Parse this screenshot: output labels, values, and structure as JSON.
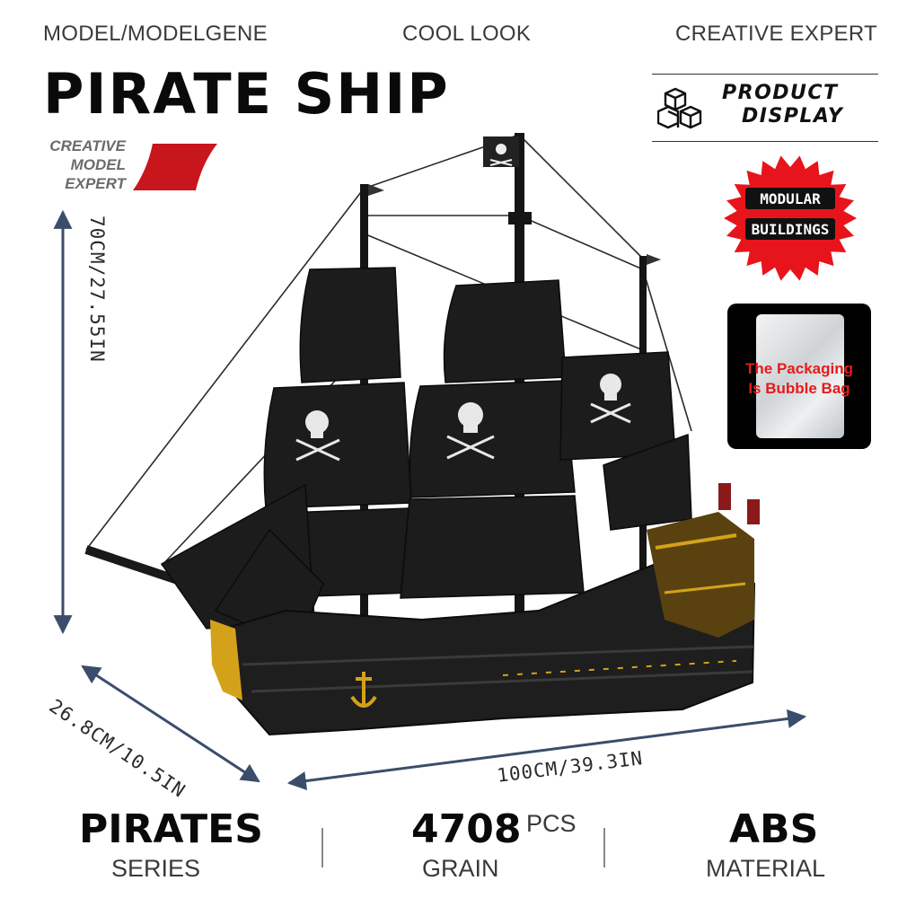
{
  "header": {
    "left": "MODEL/MODELGENE",
    "center": "COOL LOOK",
    "right": "CREATIVE EXPERT"
  },
  "title": "PIRATE SHIP",
  "creative_badge": {
    "line1": "CREATIVE",
    "line2": "MODEL",
    "line3": "EXPERT"
  },
  "product_display": {
    "line1": "PRODUCT",
    "line2": "DISPLAY"
  },
  "modular_badge": {
    "line1": "MODULAR",
    "line2": "BUILDINGS"
  },
  "packaging": {
    "line1": "The Packaging",
    "line2": "Is Bubble Bag"
  },
  "dimensions": {
    "height": "70CM/27.55IN",
    "depth": "26.8CM/10.5IN",
    "length": "100CM/39.3IN"
  },
  "stats": [
    {
      "value": "PIRATES",
      "label": "SERIES"
    },
    {
      "value": "4708",
      "unit": "PCS",
      "label": "GRAIN"
    },
    {
      "value": "ABS",
      "label": "MATERIAL"
    }
  ],
  "colors": {
    "accent_red": "#c8161d",
    "arrow_navy": "#3a4d6b",
    "sail_black": "#1c1c1c",
    "gold": "#d4a21a"
  }
}
